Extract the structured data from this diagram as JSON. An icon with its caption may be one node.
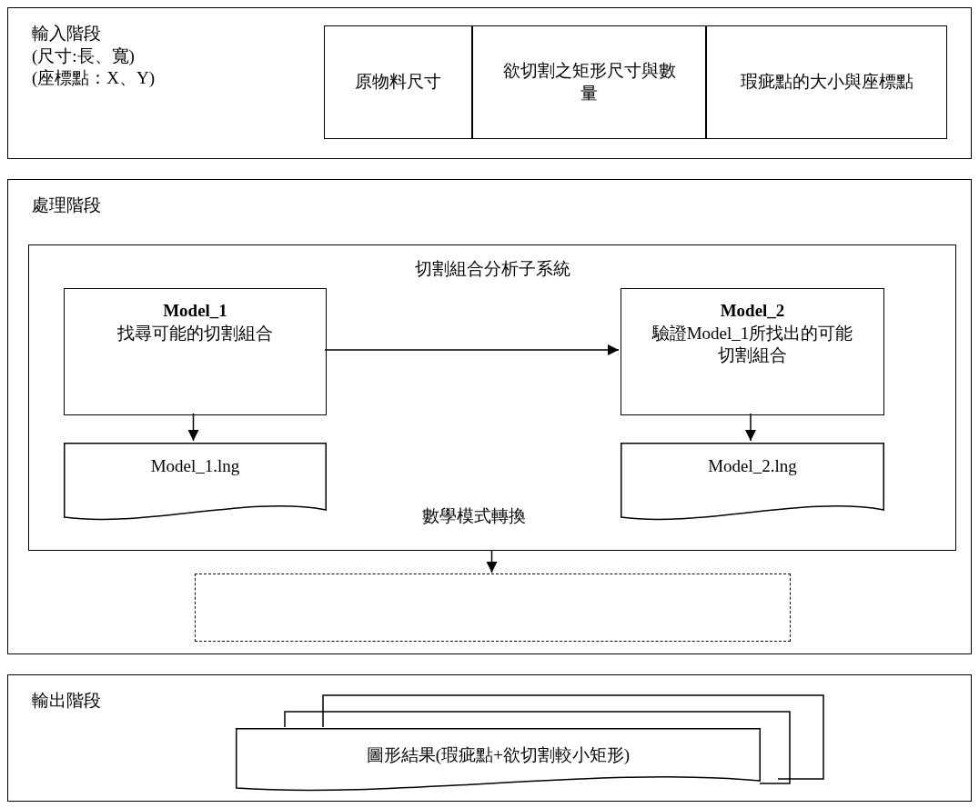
{
  "diagram": {
    "nodes": [
      {
        "text": [
          "輸入階段",
          "(尺寸:長、寬)",
          "(座標點：X、Y)"
        ]
      },
      {
        "text": [
          "原物料尺寸"
        ],
        "in": 0
      },
      {
        "text": [
          "欲切割之矩形尺寸與數量"
        ],
        "in": 0
      },
      {
        "text": [
          "瑕疵點的大小與座標點"
        ],
        "in": 0
      },
      {
        "text": [
          "處理階段"
        ]
      },
      {
        "text": [
          "切割組合分析子系統",
          "數學模式轉換"
        ],
        "in": 4
      },
      {
        "text": [
          "Model_1",
          "找尋可能的切割組合"
        ],
        "in": 5
      },
      {
        "text": [
          "Model_2",
          "驗證Model_1所找出的可能切割組合"
        ],
        "in": 5
      },
      {
        "text": [
          "Model_1.lng"
        ],
        "in": 5
      },
      {
        "text": [
          "Model_2.lng"
        ],
        "in": 5
      },
      {
        "text": [],
        "shape": "box",
        "in": 4
      },
      {
        "text": [
          "輸出階段"
        ]
      },
      {
        "text": [
          "圖形結果(瑕疵點+欲切割較小矩形)"
        ],
        "in": 11
      }
    ],
    "edges": [
      {
        "from": 6,
        "to": 7,
        "arrow": "to"
      },
      {
        "from": 6,
        "to": 8,
        "arrow": "to"
      },
      {
        "from": 7,
        "to": 9,
        "arrow": "to"
      },
      {
        "from": 5,
        "to": 10,
        "arrow": "to"
      }
    ]
  }
}
